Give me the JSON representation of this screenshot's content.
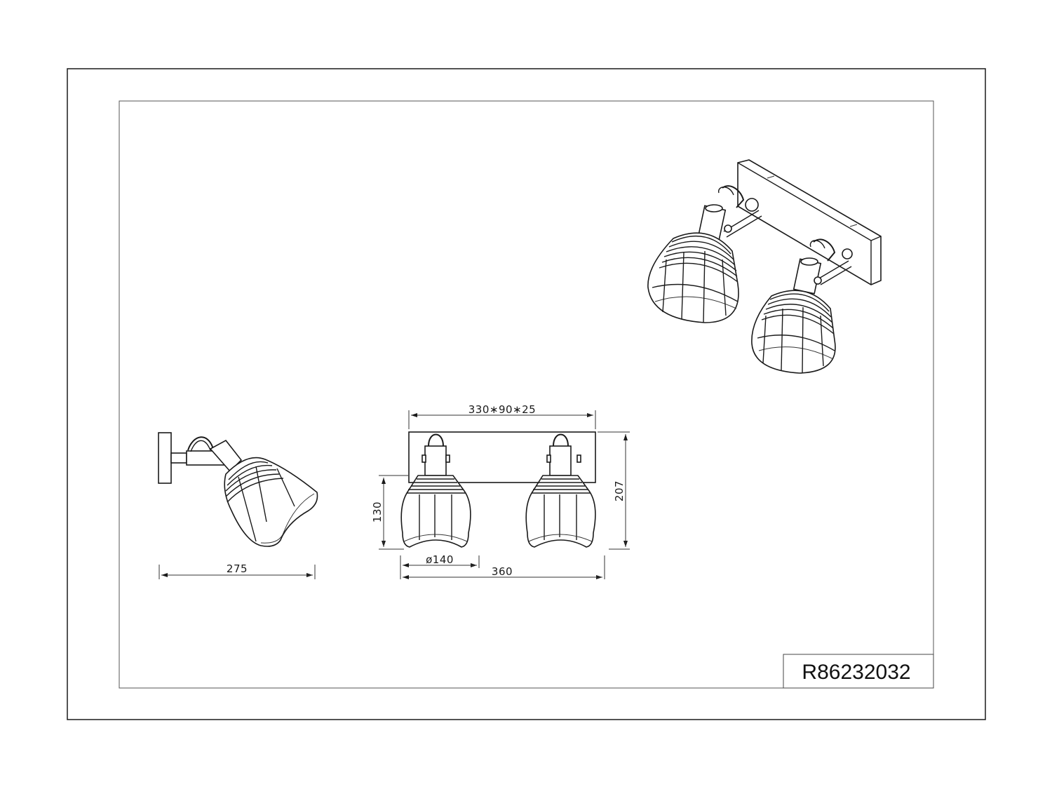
{
  "drawing": {
    "model_number": "R86232032",
    "dimensions": {
      "backplate": "330∗90∗25",
      "side_depth": "275",
      "shade_diameter": "ø140",
      "total_width": "360",
      "shade_height": "130",
      "total_height": "207"
    }
  }
}
